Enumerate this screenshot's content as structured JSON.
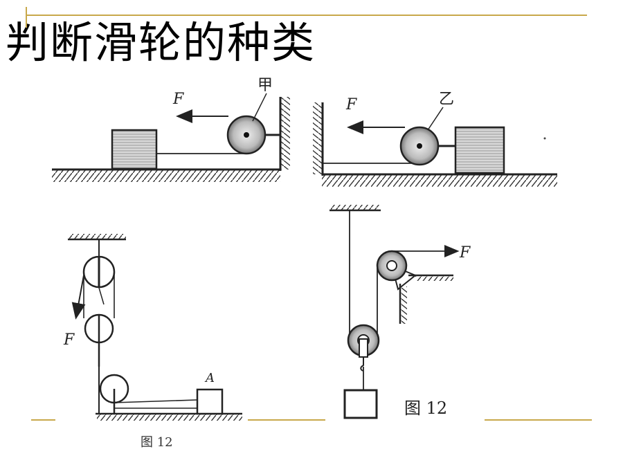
{
  "slide": {
    "title": "判断滑轮的种类",
    "accent_color": "#c8a84a"
  },
  "diagrams": {
    "jia": {
      "force_label": "F",
      "pulley_label": "甲"
    },
    "yi": {
      "force_label": "F",
      "pulley_label": "乙"
    },
    "block_system": {
      "force_label": "F",
      "block_label": "A",
      "caption": "图 12"
    },
    "hanging_system": {
      "force_label": "F",
      "caption": "图 12"
    }
  }
}
